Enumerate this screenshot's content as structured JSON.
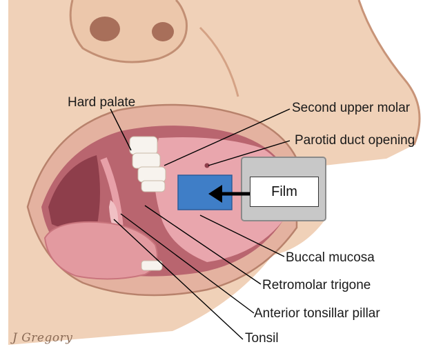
{
  "labels": {
    "hard_palate": "Hard palate",
    "second_upper_molar": "Second upper molar",
    "parotid_duct_opening": "Parotid duct opening",
    "film": "Film",
    "buccal_mucosa": "Buccal mucosa",
    "retromolar_trigone": "Retromolar trigone",
    "anterior_tonsillar_pillar": "Anterior tonsillar pillar",
    "tonsil": "Tonsil"
  },
  "signature": "J Gregory",
  "colors": {
    "skin": "#f0d1b8",
    "skin_shadow": "#d9a98a",
    "lip": "#e4b2a0",
    "mouth_interior": "#b9656f",
    "mucosa": "#e9a6ad",
    "tongue": "#e39aa0",
    "teeth": "#f7f3ee",
    "sensor_blue": "#3f7ec7",
    "film_holder_gray": "#c8c8c8",
    "arrow": "#000000",
    "leader_line": "#000000"
  }
}
